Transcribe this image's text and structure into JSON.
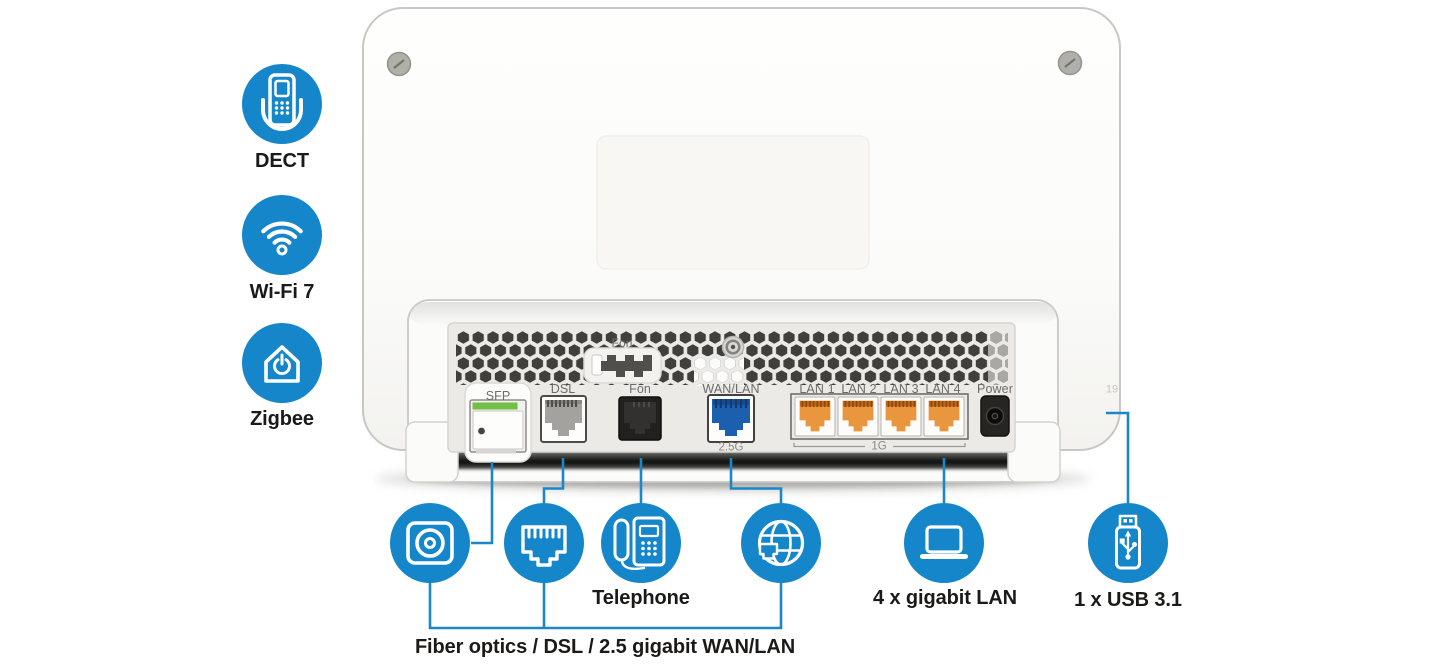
{
  "colors": {
    "accent_blue": "#1486c9",
    "line_blue": "#1b87c9",
    "label_dark": "#1b1a18",
    "port_label_gray": "#6d6c68",
    "panel_gray": "#eceae7",
    "lan_orange": "#e9963e",
    "wan_port_blue": "#1c5fae",
    "sfp_green": "#71bf44"
  },
  "features": {
    "dect": {
      "label": "DECT",
      "icon": "dect-handset-icon"
    },
    "wifi": {
      "label": "Wi-Fi 7",
      "icon": "wifi-icon"
    },
    "zigbee": {
      "label": "Zigbee",
      "icon": "smart-home-power-icon"
    }
  },
  "router": {
    "tae_slot_label": "Fon",
    "side_marking": "19",
    "ports": {
      "sfp": {
        "label": "SFP"
      },
      "dsl": {
        "label": "DSL"
      },
      "fon": {
        "label": "Fon"
      },
      "wanlan": {
        "label": "WAN/LAN",
        "speed": "2.5G"
      },
      "lan": {
        "labels": [
          "LAN 1",
          "LAN 2",
          "LAN 3",
          "LAN 4"
        ],
        "speed": "1G"
      },
      "power": {
        "label": "Power"
      }
    }
  },
  "callouts": {
    "fiber": {
      "icon": "fiber-socket-icon"
    },
    "ethernet": {
      "icon": "ethernet-jack-icon"
    },
    "telephone": {
      "icon": "telephone-icon",
      "label": "Telephone"
    },
    "wan": {
      "icon": "globe-wan-icon"
    },
    "lan": {
      "icon": "laptop-icon",
      "label": "4 x gigabit LAN"
    },
    "usb": {
      "icon": "usb-stick-icon",
      "label": "1 x USB 3.1"
    },
    "group_label": "Fiber optics / DSL / 2.5 gigabit WAN/LAN"
  }
}
